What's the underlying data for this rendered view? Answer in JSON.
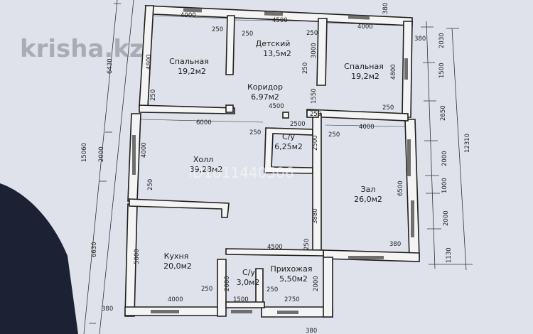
{
  "watermark": {
    "logo": "krisha.kz",
    "listing_id": "ID1011440506"
  },
  "rooms": [
    {
      "name": "Спальная",
      "area": "19,2м2"
    },
    {
      "name": "Детский",
      "area": "13,5м2"
    },
    {
      "name": "Спальная",
      "area": "19,2м2"
    },
    {
      "name": "Коридор",
      "area": "6,97м2"
    },
    {
      "name": "Холл",
      "area": "39,28м2"
    },
    {
      "name": "С/у",
      "area": "6,25м2"
    },
    {
      "name": "Зал",
      "area": "26,0м2"
    },
    {
      "name": "Кухня",
      "area": "20,0м2"
    },
    {
      "name": "С/у",
      "area": "3,0м2"
    },
    {
      "name": "Прихожая",
      "area": "5,50м2"
    }
  ],
  "dimensions": {
    "top_4000_left": "4000",
    "top_4500": "4500",
    "top_4000_right": "4000",
    "top_380": "380",
    "top_380_right": "380",
    "w250_a": "250",
    "w250_b": "250",
    "w250_c": "250",
    "bed1_4800": "4800",
    "bed2_4800": "4800",
    "det_3000": "3000",
    "cor_250": "250",
    "cor_4500": "4500",
    "cor_1550": "1550",
    "bed1_250": "250",
    "bed2_250": "250",
    "holl_6000": "6000",
    "holl_4000": "4000",
    "holl_250a": "250",
    "holl_250b": "250",
    "su_2500": "2500",
    "su_250": "250",
    "su_2500v": "2500",
    "zal_4000": "4000",
    "zal_6500": "6500",
    "zal_250": "250",
    "hall_3880": "3880",
    "kitchen_5000": "5000",
    "kitchen_4000": "4000",
    "kitchen_250": "250",
    "pri_4500": "4500",
    "pri_250": "250",
    "su2_2000": "2000",
    "su2_1500": "1500",
    "su2_250": "250",
    "pri_2750": "2750",
    "pri_2000": "2000",
    "zal_380": "380",
    "left_380": "380",
    "right_2030": "2030",
    "right_1500": "1500",
    "right_2650": "2650",
    "right_2000a": "2000",
    "right_1000": "1000",
    "right_2000b": "2000",
    "right_1130": "1130",
    "right_12310": "12310",
    "left_6430": "6430",
    "left_2000": "2000",
    "left_15060": "15060",
    "left_6630": "6630",
    "bottom_380": "380"
  }
}
